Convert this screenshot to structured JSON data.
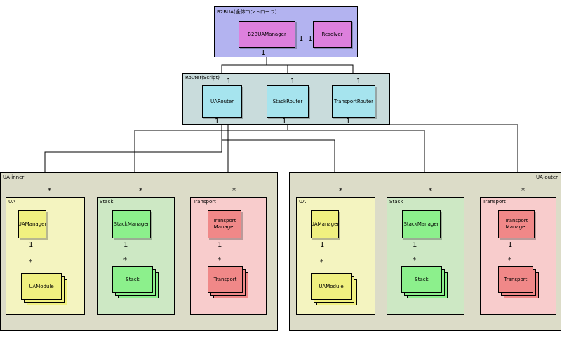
{
  "b2bua": {
    "label": "B2BUA(全体コントローラ)",
    "manager": "B2BUAManager",
    "resolver": "Resolver"
  },
  "router": {
    "label": "Router(Script)",
    "ua_router": "UARouter",
    "stack_router": "StackRouter",
    "transport_router": "TransportRouter"
  },
  "inner": {
    "label": "UA-inner",
    "ua": {
      "label": "UA",
      "manager": "UAManager",
      "module": "UAModule"
    },
    "stack": {
      "label": "Stack",
      "manager": "StackManager",
      "item": "Stack"
    },
    "transport": {
      "label": "Transport",
      "manager": "Transport Manager",
      "item": "Transport"
    }
  },
  "outer": {
    "label": "UA-outer",
    "ua": {
      "label": "UA",
      "manager": "UAManager",
      "module": "UAModule"
    },
    "stack": {
      "label": "Stack",
      "manager": "StackManager",
      "item": "Stack"
    },
    "transport": {
      "label": "Transport",
      "manager": "Transport Manager",
      "item": "Transport"
    }
  },
  "multiplicity": {
    "one": "1",
    "many": "*"
  },
  "colors": {
    "b2bua_bg": "#b3b3f0",
    "b2bua_node": "#dd80dd",
    "router_bg": "#c9dcdc",
    "router_node": "#a6e4ee",
    "ua_pkg_bg": "#dcdcc8",
    "ua_bg": "#f4f4c0",
    "ua_node": "#f0f080",
    "stack_bg": "#cde8c4",
    "stack_node": "#8cf08c",
    "transport_bg": "#f8cccc",
    "transport_node": "#f08888"
  }
}
